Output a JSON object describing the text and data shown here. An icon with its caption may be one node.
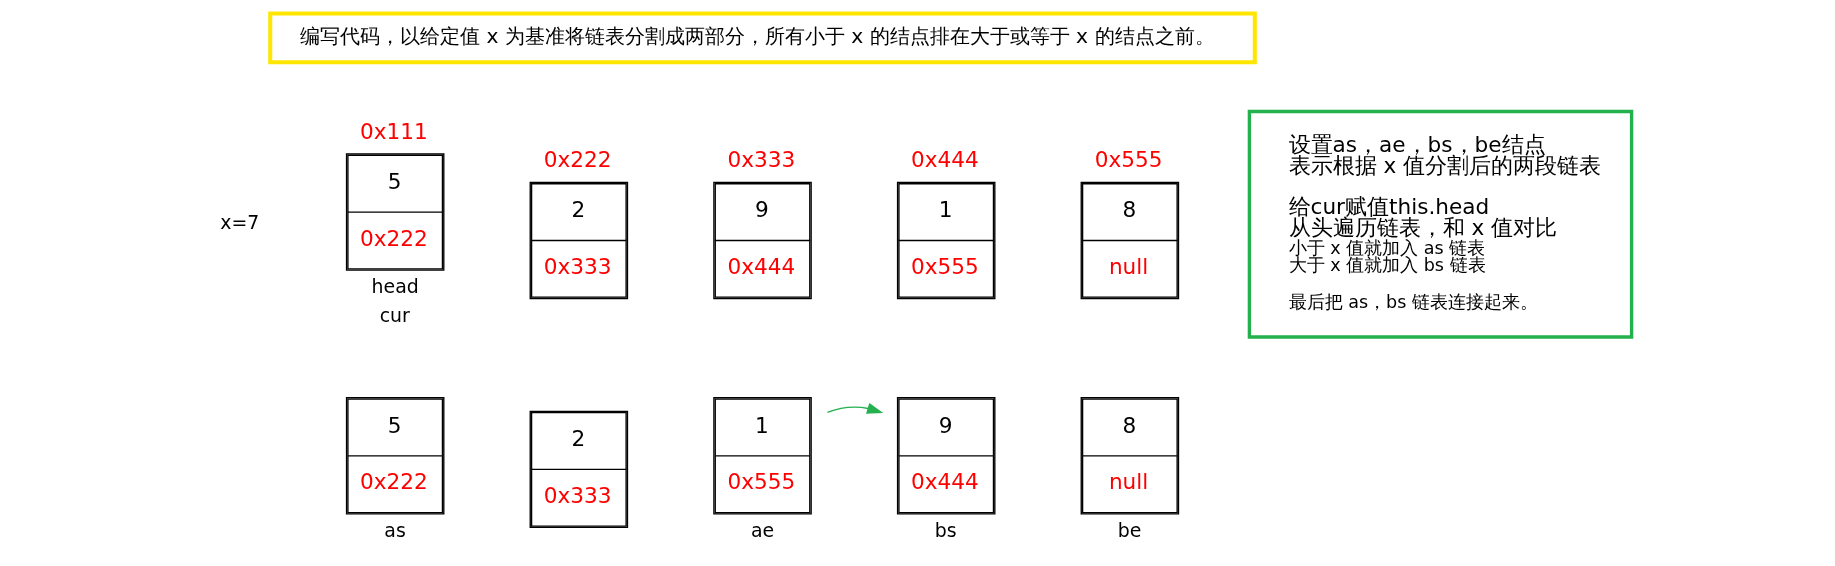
{
  "diagram": {
    "nodes": [
      {
        "text": [
          "编写代码，以给定值 x 为基准将链表分割成两部分，所有小于 x 的结点排在大于或等于 x 的结点之前。"
        ]
      },
      {
        "text": [
          "5",
          "0x222"
        ],
        "beside": [
          "0x111",
          "head",
          "cur"
        ]
      },
      {
        "text": [
          "2",
          "0x333"
        ],
        "beside": [
          "0x222"
        ]
      },
      {
        "text": [
          "9",
          "0x444"
        ],
        "beside": [
          "0x333"
        ]
      },
      {
        "text": [
          "1",
          "0x555"
        ],
        "beside": [
          "0x444"
        ]
      },
      {
        "text": [
          "8",
          "null"
        ],
        "beside": [
          "0x555"
        ]
      },
      {
        "text": [
          "设置as，ae，bs，be结点",
          "表示根据 x 值分割后的两段链表",
          "给cur赋值this.head",
          "从头遍历链表，和 x 值对比",
          "小于 x 值就加入 as 链表",
          "大于 x 值就加入 bs 链表",
          "最后把 as，bs 链表连接起来。"
        ]
      },
      {
        "text": [
          "5",
          "0x222"
        ],
        "beside": [
          "as"
        ]
      },
      {
        "text": [
          "2",
          "0x333"
        ]
      },
      {
        "text": [
          "1",
          "0x555"
        ],
        "beside": [
          "ae"
        ]
      },
      {
        "text": [
          "9",
          "0x444"
        ],
        "beside": [
          "bs"
        ]
      },
      {
        "text": [
          "8",
          "null"
        ],
        "beside": [
          "be"
        ]
      }
    ],
    "edges": [
      {
        "from": 9,
        "to": 10,
        "arrow": "to",
        "color": "#22b14c"
      }
    ],
    "labels": [
      "x=7"
    ]
  }
}
